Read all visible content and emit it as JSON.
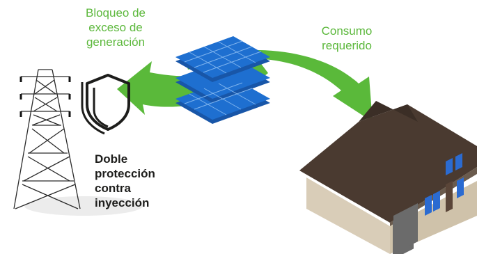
{
  "labels": {
    "excess_block": [
      "Bloqueo de",
      "exceso de",
      "generación"
    ],
    "consumption": [
      "Consumo",
      "requerido"
    ],
    "protection": [
      "Doble",
      "protección",
      "contra",
      "inyección"
    ]
  },
  "colors": {
    "arrow_green": "#5ab93a",
    "label_green": "#5cb83c",
    "panel_blue": "#1e6fd0",
    "panel_grid": "#7fb4ee",
    "roof_brown": "#4a3a30",
    "wall_beige": "#d9cdb8",
    "window_blue": "#2b6bd1",
    "door_gray": "#6b6b6b",
    "text_dark": "#1d1d1b"
  },
  "icons": [
    "transmission-tower-icon",
    "shield-icon",
    "solar-panel-icon",
    "house-icon"
  ]
}
